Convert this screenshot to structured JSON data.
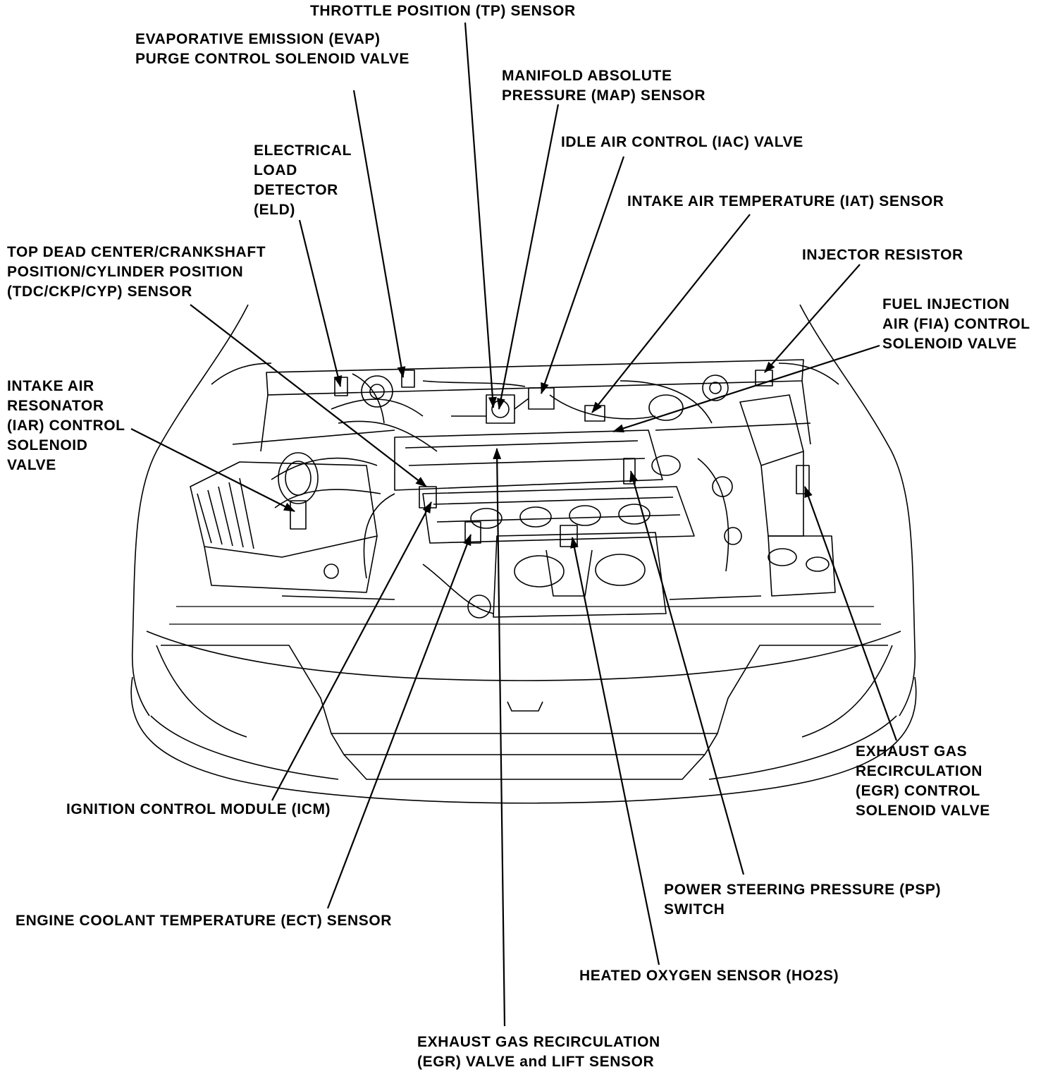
{
  "colors": {
    "ink": "#000000",
    "paper": "#ffffff"
  },
  "labels": {
    "tp_sensor": [
      "THROTTLE POSITION (TP) SENSOR"
    ],
    "evap_valve": [
      "EVAPORATIVE EMISSION (EVAP)",
      "PURGE CONTROL SOLENOID VALVE"
    ],
    "map_sensor": [
      "MANIFOLD ABSOLUTE",
      "PRESSURE (MAP) SENSOR"
    ],
    "iac_valve": [
      "IDLE AIR CONTROL (IAC) VALVE"
    ],
    "eld": [
      "ELECTRICAL",
      "LOAD",
      "DETECTOR",
      "(ELD)"
    ],
    "iat_sensor": [
      "INTAKE AIR TEMPERATURE (IAT) SENSOR"
    ],
    "injector_resistor": [
      "INJECTOR RESISTOR"
    ],
    "tdc_ckp_cyp_sensor": [
      "TOP DEAD CENTER/CRANKSHAFT",
      "POSITION/CYLINDER POSITION",
      "(TDC/CKP/CYP) SENSOR"
    ],
    "fia_valve": [
      "FUEL INJECTION",
      "AIR (FIA) CONTROL",
      "SOLENOID VALVE"
    ],
    "iar_valve": [
      "INTAKE AIR",
      "RESONATOR",
      "(IAR) CONTROL",
      "SOLENOID",
      "VALVE"
    ],
    "egr_control_valve": [
      "EXHAUST GAS",
      "RECIRCULATION",
      "(EGR) CONTROL",
      "SOLENOID VALVE"
    ],
    "icm": [
      "IGNITION CONTROL MODULE (ICM)"
    ],
    "psp_switch": [
      "POWER STEERING PRESSURE (PSP)",
      "SWITCH"
    ],
    "ect_sensor": [
      "ENGINE COOLANT TEMPERATURE (ECT) SENSOR"
    ],
    "ho2s": [
      "HEATED OXYGEN SENSOR (HO2S)"
    ],
    "egr_valve_lift": [
      "EXHAUST GAS RECIRCULATION",
      "(EGR) VALVE and LIFT SENSOR"
    ]
  }
}
